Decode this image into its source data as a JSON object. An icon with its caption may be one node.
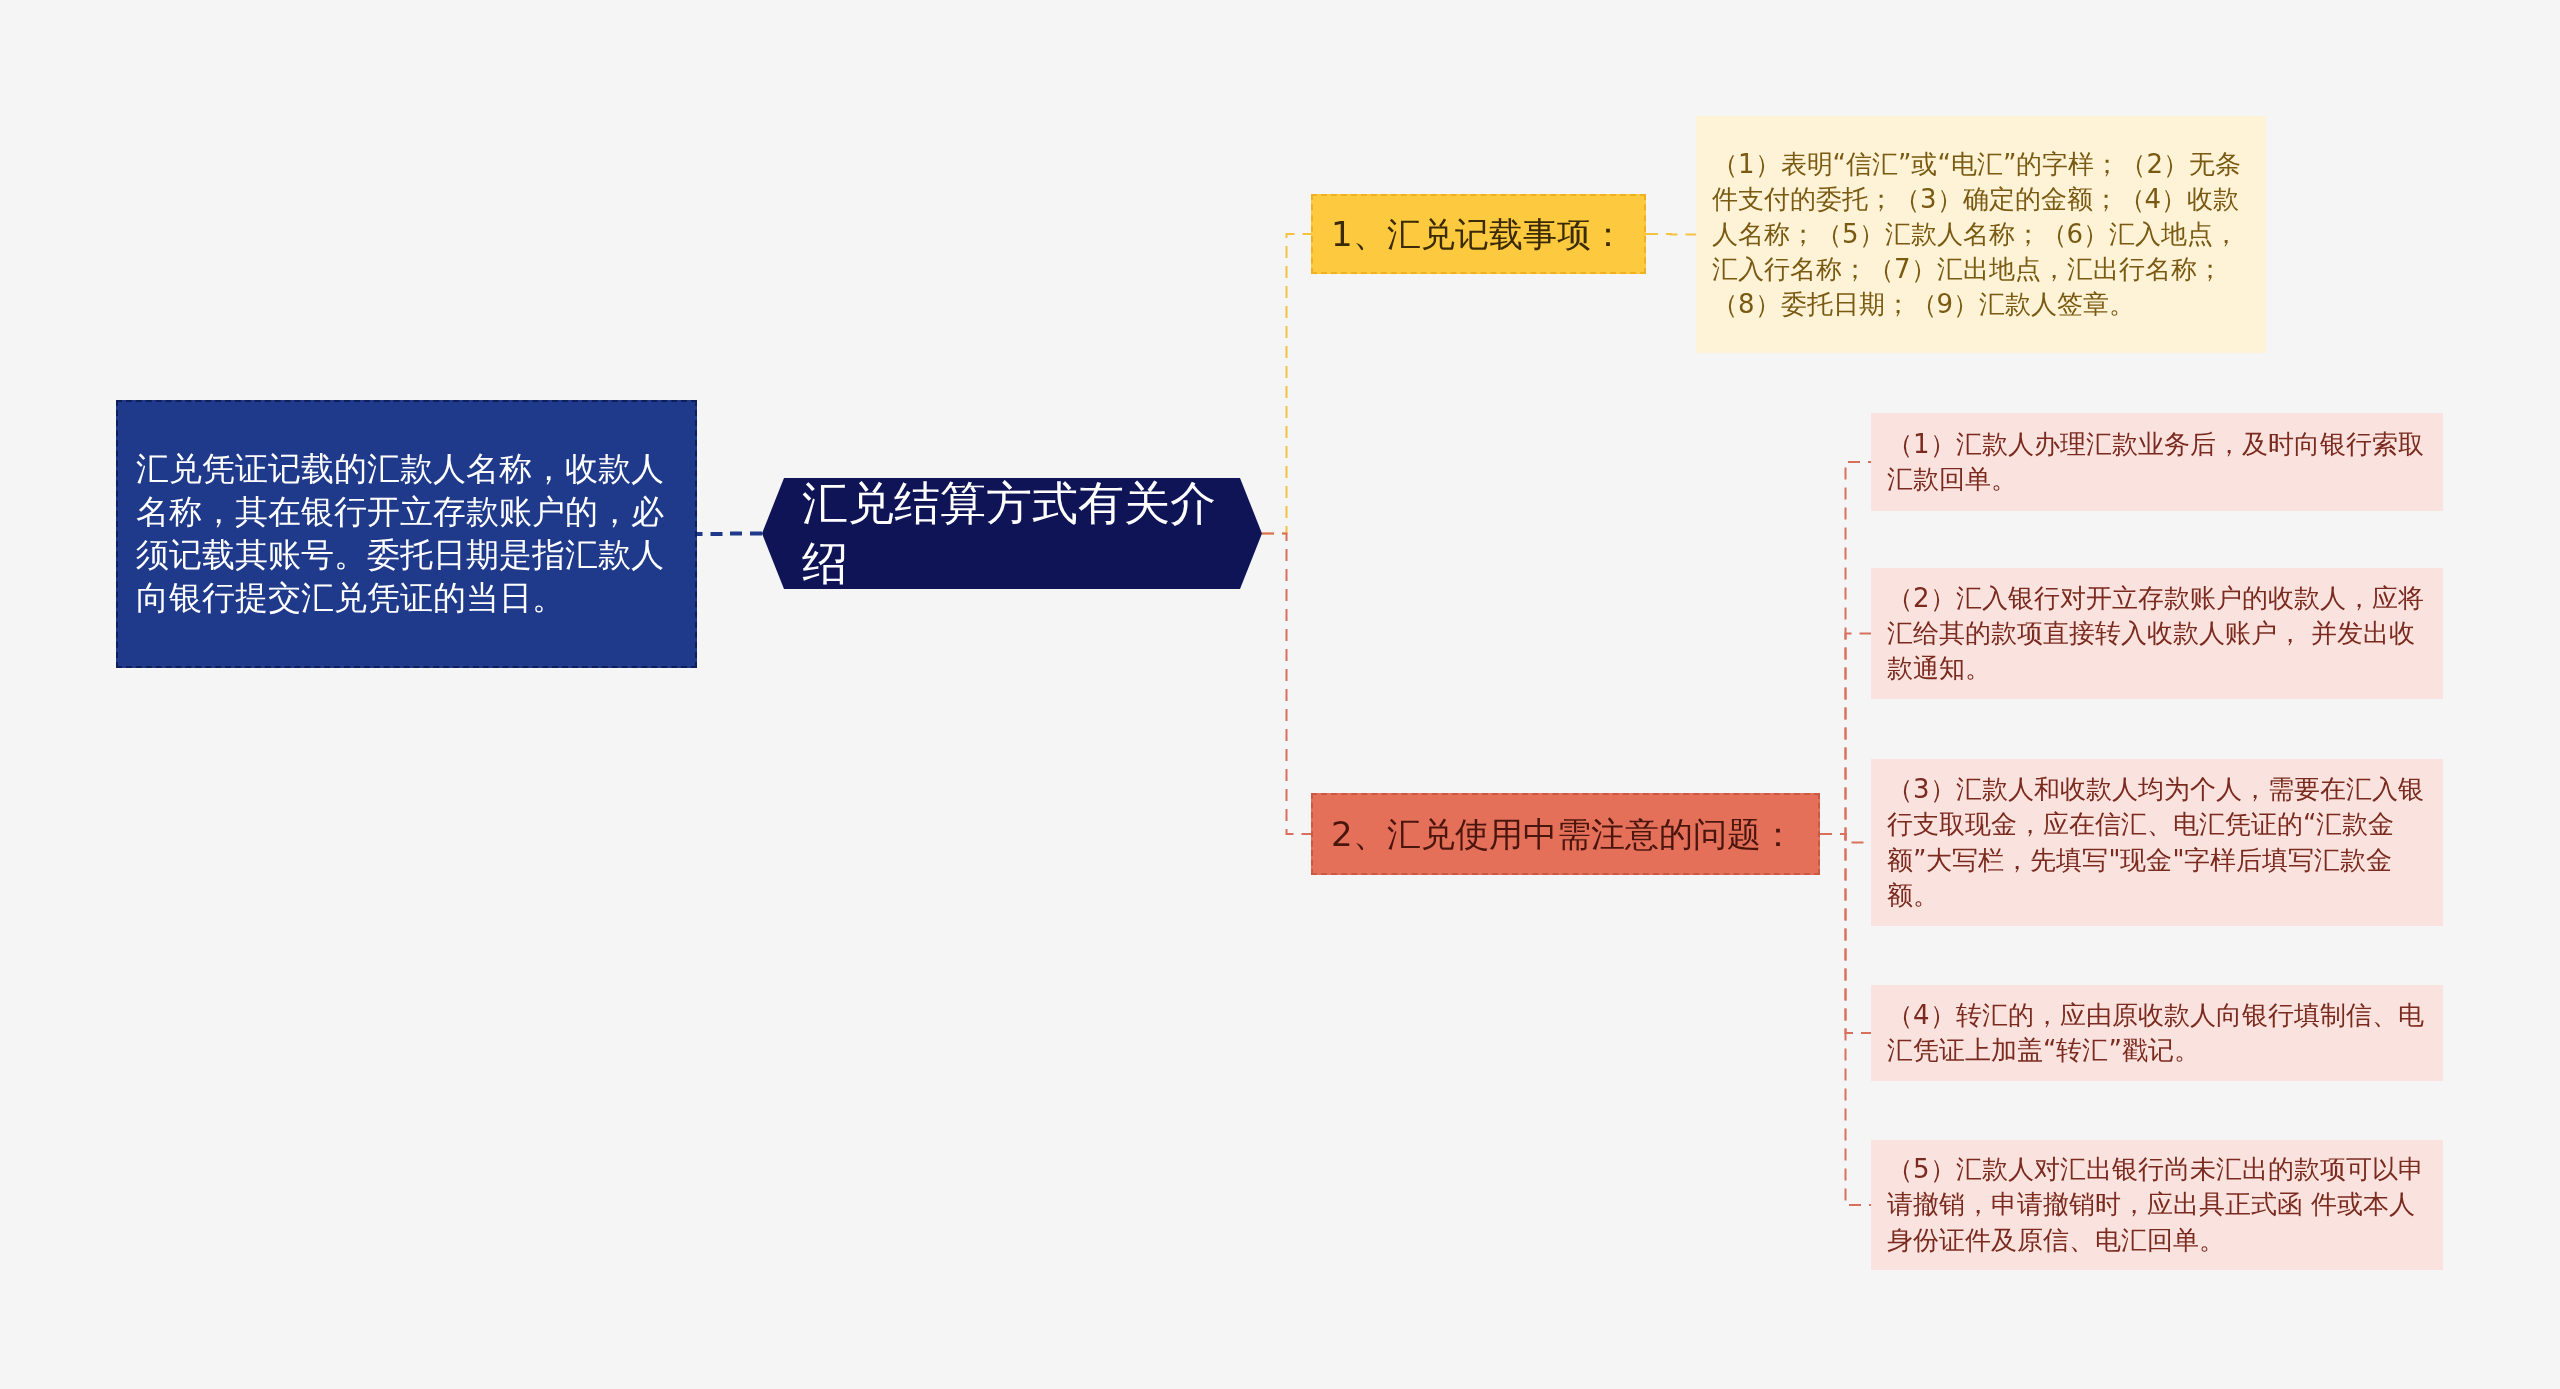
{
  "diagram": {
    "nodes": [
      {
        "text": [
          "汇兑结算方式有关介绍"
        ]
      },
      {
        "text": [
          "汇兑凭证记载的汇款人名称，收款人名称，其在银行开立存款账户的，必须记载其账号。委托日期是指汇款人向银行提交汇兑凭证的当日。"
        ]
      },
      {
        "text": [
          "1、汇兑记载事项："
        ]
      },
      {
        "text": [
          "（1）表明“信汇”或“电汇”的字样；（2）无条件支付的委托；（3）确定的金额；（4）收款人名称；（5）汇款人名称；（6）汇入地点，汇入行名称；（7）汇出地点，汇出行名称；（8）委托日期；（9）汇款人签章。"
        ]
      },
      {
        "text": [
          "2、汇兑使用中需注意的问题："
        ]
      },
      {
        "text": [
          "（1）汇款人办理汇款业务后，及时向银行索取汇款回单。"
        ]
      },
      {
        "text": [
          "（2）汇入银行对开立存款账户的收款人，应将汇给其的款项直接转入收款人账户， 并发出收款通知。"
        ]
      },
      {
        "text": [
          "（3）汇款人和收款人均为个人，需要在汇入银行支取现金，应在信汇、电汇凭证的“汇款金额”大写栏，先填写\"现金\"字样后填写汇款金额。"
        ]
      },
      {
        "text": [
          "（4）转汇的，应由原收款人向银行填制信、电汇凭证上加盖“转汇”戳记。"
        ]
      },
      {
        "text": [
          "（5）汇款人对汇出银行尚未汇出的款项可以申请撤销，申请撤销时，应出具正式函 件或本人身份证件及原信、电汇回单。"
        ]
      }
    ],
    "edges": [
      {
        "from": 0,
        "to": 1,
        "arrow": "none",
        "style": "dashed",
        "color": "#1f3a8a"
      },
      {
        "from": 0,
        "to": 2,
        "arrow": "none",
        "style": "dashed",
        "color": "#f5c242"
      },
      {
        "from": 2,
        "to": 3,
        "arrow": "none",
        "style": "dashed",
        "color": "#f5c242"
      },
      {
        "from": 0,
        "to": 4,
        "arrow": "none",
        "style": "dashed"
      },
      {
        "from": 4,
        "to": 5,
        "arrow": "none",
        "style": "dashed"
      },
      {
        "from": 4,
        "to": 6,
        "arrow": "none",
        "style": "dashed"
      },
      {
        "from": 4,
        "to": 7,
        "arrow": "none",
        "style": "dashed"
      },
      {
        "from": 4,
        "to": 8,
        "arrow": "none",
        "style": "dashed"
      },
      {
        "from": 4,
        "to": 9,
        "arrow": "none",
        "style": "dashed"
      }
    ]
  }
}
